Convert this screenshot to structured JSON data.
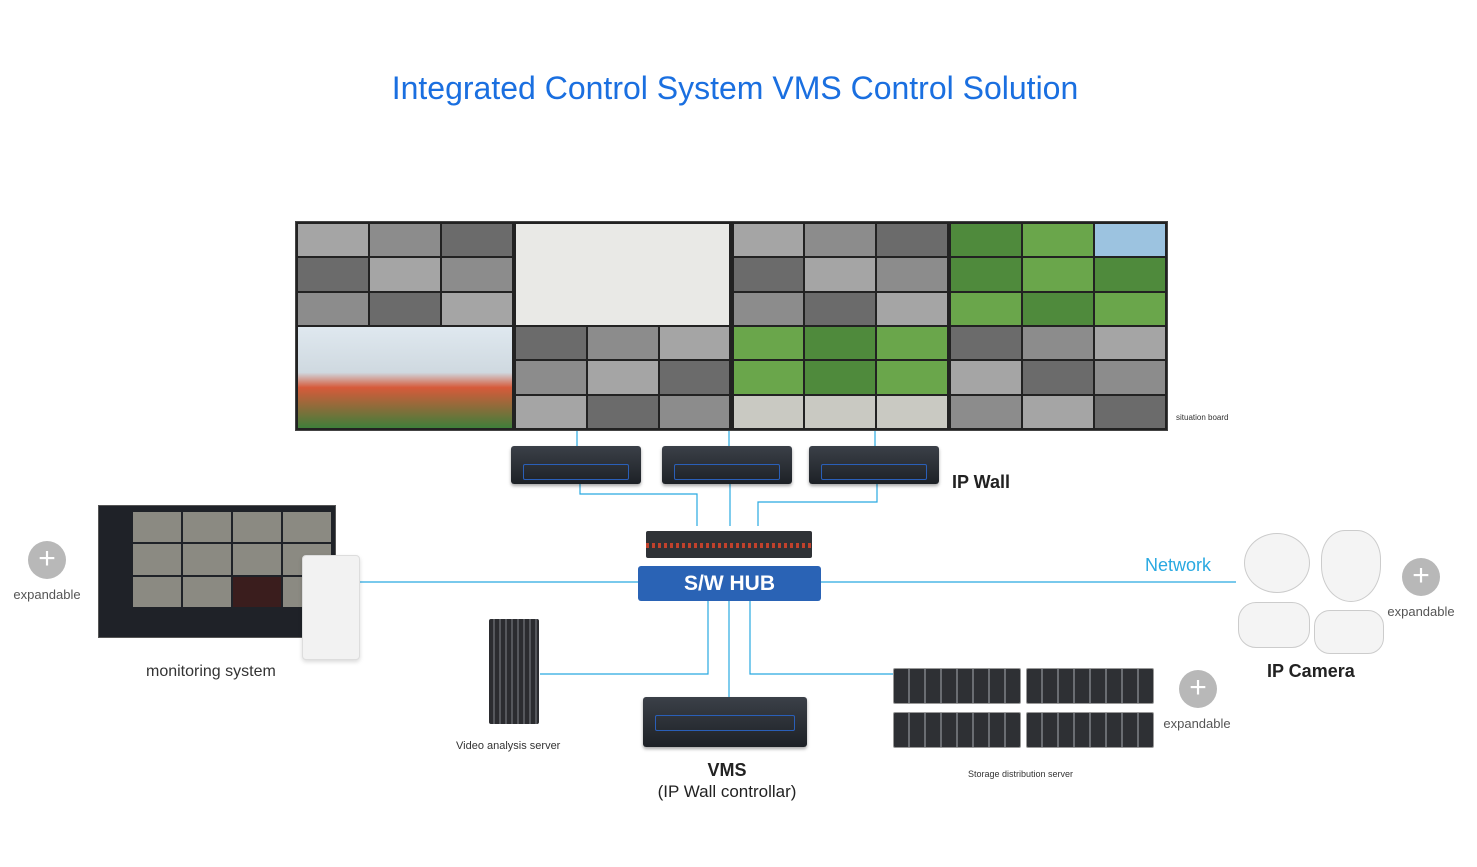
{
  "title": "Integrated Control System VMS Control Solution",
  "situation_board_label": "situation board",
  "ip_wall_label": "IP Wall",
  "hub_label": "S/W HUB",
  "network_label": "Network",
  "monitoring_label": "monitoring system",
  "video_analysis_label": "Video analysis server",
  "vms_label": "VMS",
  "vms_sub_label": "(IP Wall controllar)",
  "storage_label": "Storage distribution server",
  "ip_camera_label": "IP Camera",
  "expandable": [
    "expandable",
    "expandable",
    "expandable"
  ],
  "plus_glyph": "+",
  "colors": {
    "title": "#1a6fe0",
    "hub": "#2a63b5",
    "network_line": "#29a9e1",
    "plus": "#b8b8b8"
  },
  "icons": [
    "video-wall-image",
    "rack-server-icon",
    "network-switch-icon",
    "monitor-icon",
    "tower-pc-icon",
    "storage-server-icon",
    "dome-camera-icon",
    "ptz-camera-icon",
    "bullet-camera-icon"
  ]
}
